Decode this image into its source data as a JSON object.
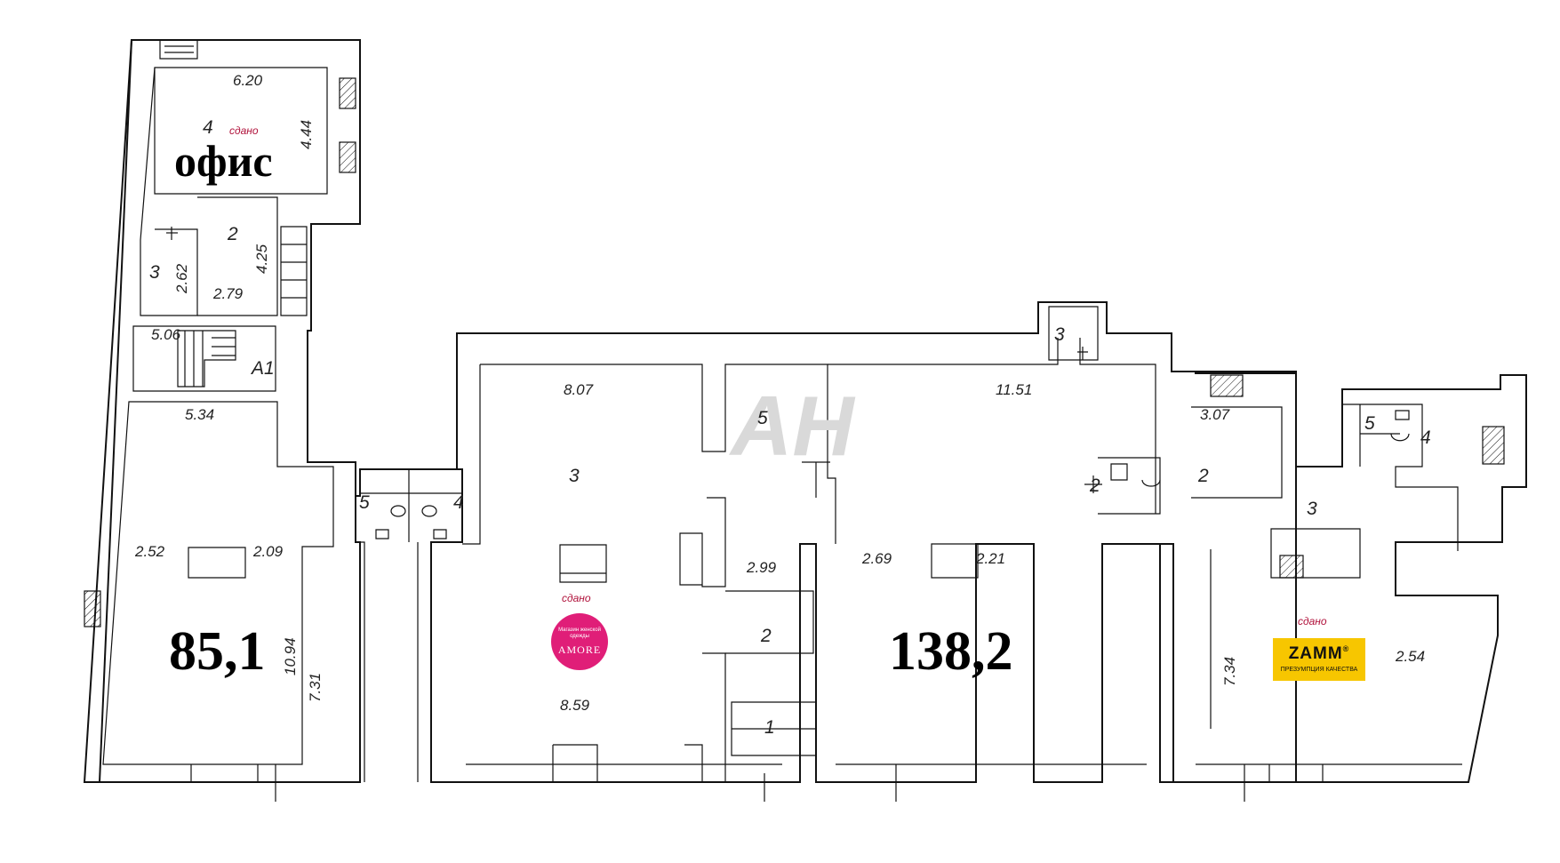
{
  "watermark": "АН",
  "big_labels": {
    "office": "офис",
    "area_left": "85,1",
    "area_center": "138,2"
  },
  "rented_label": "сдано",
  "tenants": {
    "amore_tagline": "Магазин женской одежды",
    "amore_name": "AMORE",
    "zamm_name": "ZAMM",
    "zamm_mark": "®",
    "zamm_tagline": "ПРЕЗУМПЦИЯ КАЧЕСТВА"
  },
  "room_numbers": {
    "left_office": "4",
    "left_room2": "2",
    "left_room3": "3",
    "left_stair": "A1",
    "wc_left": "5",
    "wc_right": "4",
    "mid_main": "3",
    "mid_small": "5",
    "mid_room2": "2",
    "mid_room1": "1",
    "center_top": "3",
    "center_wc": "2",
    "right_room2": "2",
    "right_room3": "3",
    "right_room4": "4",
    "right_room5": "5"
  },
  "dimensions": {
    "office_width": "6.20",
    "office_height": "4.44",
    "room2_height": "4.25",
    "room3_height": "2.62",
    "room2_width": "2.79",
    "stair_width": "5.06",
    "left_top": "5.34",
    "left_win_a": "2.52",
    "left_win_b": "2.09",
    "left_depth": "10.94",
    "left_depth2": "7.31",
    "mid_top": "8.07",
    "mid_small": "2.99",
    "mid_bottom": "8.59",
    "center_top": "11.51",
    "center_win_a": "2.69",
    "center_win_b": "2.21",
    "right_top": "3.07",
    "right_depth": "7.34",
    "right_side": "2.54"
  }
}
